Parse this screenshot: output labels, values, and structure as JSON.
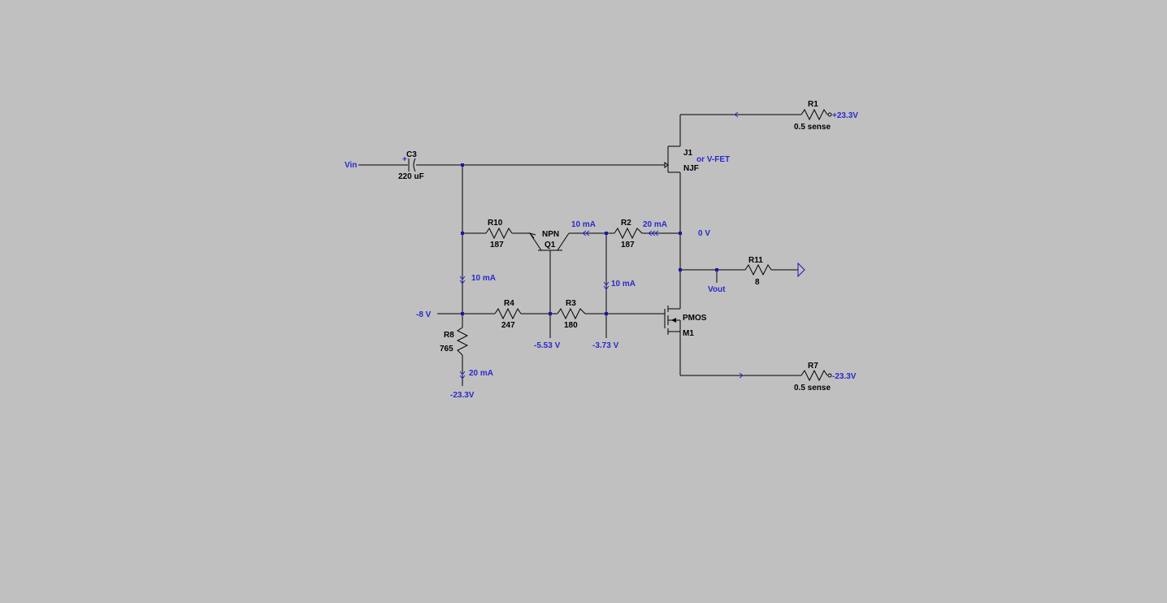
{
  "schematic": {
    "vin_label": "Vin",
    "c3": {
      "name": "C3",
      "value": "220 uF",
      "polarity": "+"
    },
    "r10": {
      "name": "R10",
      "value": "187"
    },
    "q1": {
      "name": "Q1",
      "type": "NPN"
    },
    "r2": {
      "name": "R2",
      "value": "187"
    },
    "j1": {
      "name": "J1",
      "type": "NJF",
      "note": "or V-FET"
    },
    "r1": {
      "name": "R1",
      "value": "0.5 sense",
      "supply": "+23.3V"
    },
    "r11": {
      "name": "R11",
      "value": "8"
    },
    "vout_label": "Vout",
    "m1": {
      "name": "M1",
      "type": "PMOS"
    },
    "r7": {
      "name": "R7",
      "value": "0.5 sense",
      "supply": "-23.3V"
    },
    "r4": {
      "name": "R4",
      "value": "247"
    },
    "r3": {
      "name": "R3",
      "value": "180"
    },
    "r8": {
      "name": "R8",
      "value": "765"
    },
    "annotations": {
      "i_q1": "10 mA",
      "i_r2": "20 mA",
      "v_out_node": "0 V",
      "i_left": "10 mA",
      "i_mid": "10 mA",
      "v_left": "-8 V",
      "v_q1_base": "-5.53 V",
      "v_gate": "-3.73 V",
      "i_r8": "20 mA",
      "v_r8_bottom": "-23.3V"
    },
    "colors": {
      "background": "#c0c0c0",
      "wire": "#000000",
      "annotation": "#2a2acc",
      "node": "#1a1aa8"
    }
  }
}
